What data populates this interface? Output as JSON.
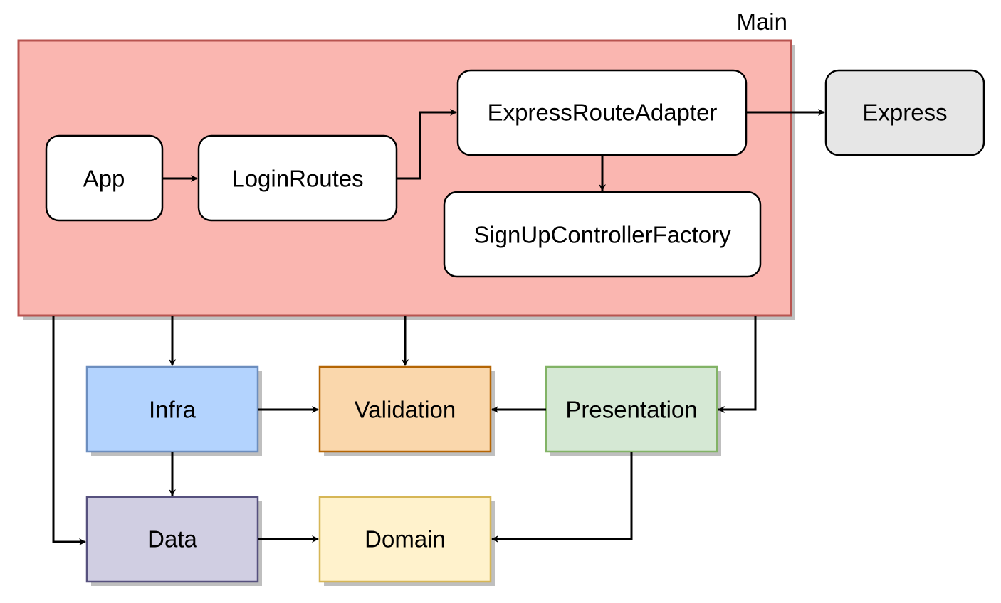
{
  "container": {
    "label": "Main",
    "fill": "#fab6b0",
    "stroke": "#b85450"
  },
  "nodes": {
    "app": {
      "label": "App",
      "fill": "#ffffff",
      "stroke": "#000000"
    },
    "login_routes": {
      "label": "LoginRoutes",
      "fill": "#ffffff",
      "stroke": "#000000"
    },
    "express_route_adapter": {
      "label": "ExpressRouteAdapter",
      "fill": "#ffffff",
      "stroke": "#000000"
    },
    "signup_controller_factory": {
      "label": "SignUpControllerFactory",
      "fill": "#ffffff",
      "stroke": "#000000"
    },
    "express": {
      "label": "Express",
      "fill": "#e6e6e6",
      "stroke": "#000000"
    },
    "infra": {
      "label": "Infra",
      "fill": "#b3d3fe",
      "stroke": "#6c8ebf"
    },
    "validation": {
      "label": "Validation",
      "fill": "#fad7ac",
      "stroke": "#b46504"
    },
    "presentation": {
      "label": "Presentation",
      "fill": "#d5e8d4",
      "stroke": "#82b366"
    },
    "data": {
      "label": "Data",
      "fill": "#d0cee2",
      "stroke": "#56517e"
    },
    "domain": {
      "label": "Domain",
      "fill": "#fff2cc",
      "stroke": "#d6b656"
    }
  },
  "edges": [
    {
      "from": "App",
      "to": "LoginRoutes"
    },
    {
      "from": "LoginRoutes",
      "to": "ExpressRouteAdapter"
    },
    {
      "from": "ExpressRouteAdapter",
      "to": "Express"
    },
    {
      "from": "ExpressRouteAdapter",
      "to": "SignUpControllerFactory"
    },
    {
      "from": "Main",
      "to": "Infra"
    },
    {
      "from": "Main",
      "to": "Validation"
    },
    {
      "from": "Main",
      "to": "Presentation"
    },
    {
      "from": "Main",
      "to": "Data"
    },
    {
      "from": "Infra",
      "to": "Validation"
    },
    {
      "from": "Infra",
      "to": "Data"
    },
    {
      "from": "Presentation",
      "to": "Validation"
    },
    {
      "from": "Presentation",
      "to": "Domain"
    },
    {
      "from": "Data",
      "to": "Domain"
    }
  ]
}
